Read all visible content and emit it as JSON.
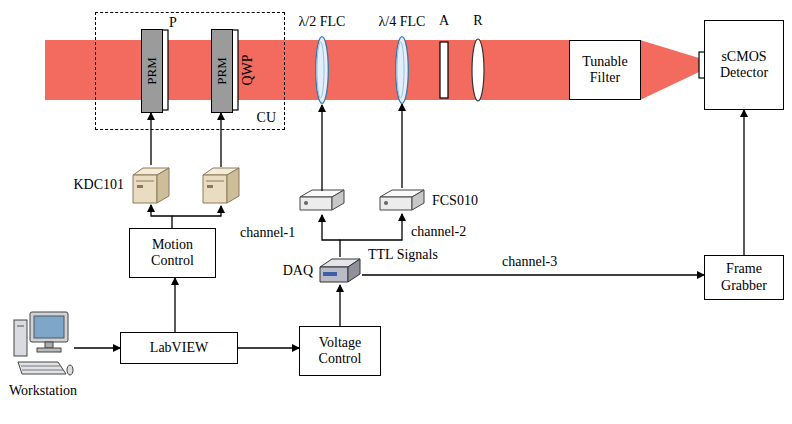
{
  "diagram": {
    "nodes": [
      {
        "text": [
          "CU"
        ]
      },
      {
        "text": [
          "PRM"
        ],
        "in": 0
      },
      {
        "text": [
          "PRM"
        ],
        "in": 0
      },
      {
        "text": [
          "λ/2 FLC"
        ]
      },
      {
        "text": [
          "λ/4 FLC"
        ]
      },
      {
        "text": [
          "Tunable Filter"
        ]
      },
      {
        "text": [
          "sCMOS Detector"
        ]
      },
      {
        "text": [
          "KDC101"
        ]
      },
      {
        "text": [
          "FCS010"
        ]
      },
      {
        "text": [
          "DAQ"
        ]
      },
      {
        "text": [
          "Motion Control"
        ]
      },
      {
        "text": [
          "Frame Grabber"
        ]
      },
      {
        "text": [
          "LabVIEW"
        ]
      },
      {
        "text": [
          "Voltage Control"
        ]
      },
      {
        "text": [
          "Workstation"
        ]
      }
    ],
    "edges": [
      {
        "from": 14,
        "to": 12,
        "arrow": "to"
      },
      {
        "from": 12,
        "to": 10,
        "arrow": "to"
      },
      {
        "from": 12,
        "to": 13,
        "arrow": "to"
      },
      {
        "from": 13,
        "to": 9,
        "arrow": "to"
      },
      {
        "from": 9,
        "to": 11,
        "label": "channel-3",
        "arrow": "to"
      },
      {
        "from": 11,
        "to": 6,
        "arrow": "to"
      },
      {
        "from": 10,
        "to": 7,
        "arrow": "to"
      },
      {
        "from": 7,
        "to": 1,
        "arrow": "to"
      },
      {
        "from": 9,
        "to": 8,
        "label": "channel-2",
        "arrow": "to"
      },
      {
        "from": 8,
        "to": 4,
        "arrow": "to"
      }
    ],
    "labels": [
      "P",
      "QWP",
      "A",
      "R",
      "channel-1",
      "TTL Signals"
    ]
  }
}
